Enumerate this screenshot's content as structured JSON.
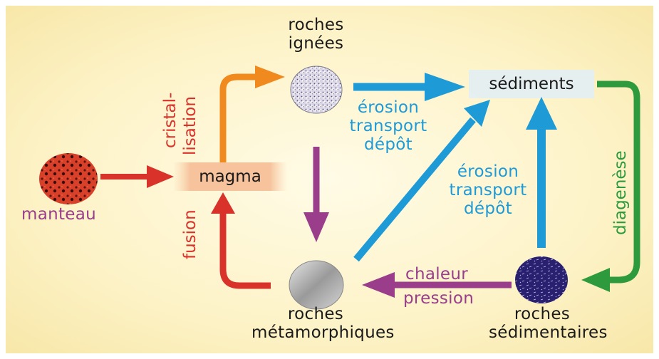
{
  "labels": {
    "roches_ignees": [
      "roches",
      "ignées"
    ],
    "sediments": "sédiments",
    "magma": "magma",
    "manteau": "manteau",
    "roches_metamorphiques": [
      "roches",
      "métamorphiques"
    ],
    "roches_sedimentaires": [
      "roches",
      "sédimentaires"
    ]
  },
  "processes": {
    "cristallisation": [
      "cristal-",
      "lisation"
    ],
    "fusion": "fusion",
    "erosion_top": [
      "érosion",
      "transport",
      "dépôt"
    ],
    "erosion_middle": [
      "érosion",
      "transport",
      "dépôt"
    ],
    "diagenese": "diagenèse",
    "chaleur_pression": [
      "chaleur",
      "pression"
    ]
  },
  "colors": {
    "red": "#d8322b",
    "orange": "#f08a1e",
    "blue": "#1e9ad6",
    "purple": "#9a3d8b",
    "green": "#2d9a3e",
    "background": "#fdf3c8"
  },
  "icons": [
    "igneous-rock-icon",
    "mantle-rock-icon",
    "metamorphic-rock-icon",
    "sedimentary-rock-icon"
  ]
}
